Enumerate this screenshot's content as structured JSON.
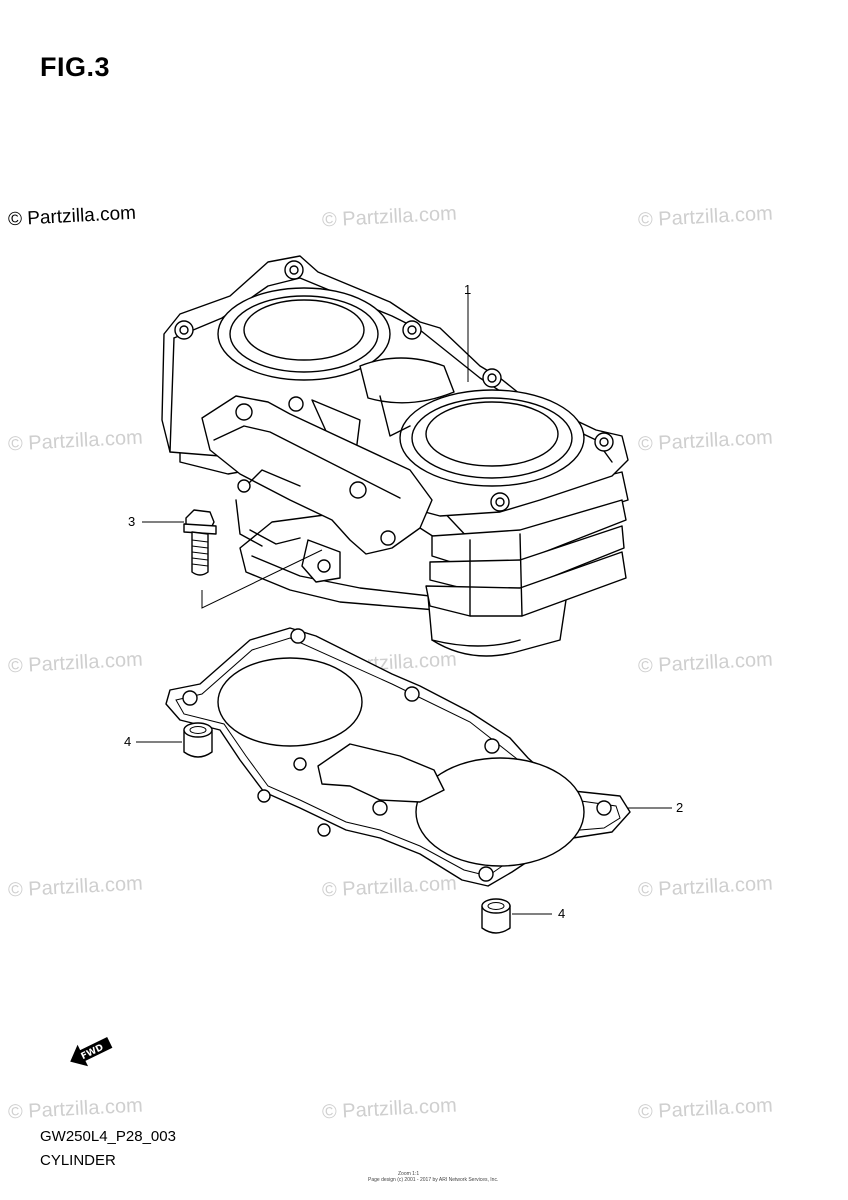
{
  "figure_label": "FIG.3",
  "watermark": "© Partzilla.com",
  "callouts": {
    "cylinder": "1",
    "gasket": "2",
    "bolt": "3",
    "dowel_upper": "4",
    "dowel_lower": "4"
  },
  "fwd_arrow_label": "FWD",
  "diagram_code": "GW250L4_P28_003",
  "diagram_name": "CYLINDER",
  "footer_lines": [
    "Zoom 1:1",
    "Page design (c) 2001 - 2017 by ARI Network Services, Inc."
  ]
}
